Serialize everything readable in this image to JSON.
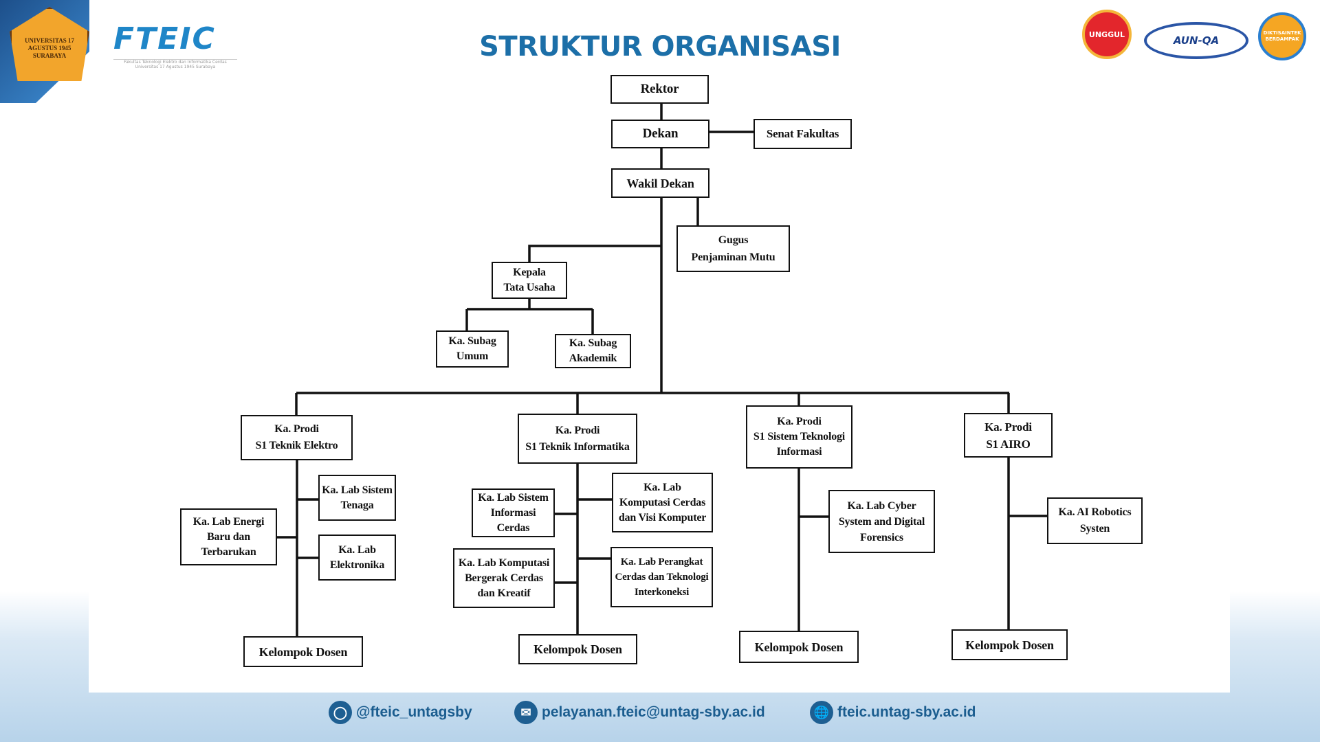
{
  "header": {
    "title": "STRUKTUR ORGANISASI",
    "logo_university": "UNIVERSITAS 17 AGUSTUS 1945 SURABAYA",
    "logo_fteic": "FTEIC",
    "logo_fteic_sub": "Fakultas Teknologi Elektro dan Informatika Cerdas Universitas 17 Agustus 1945 Surabaya",
    "badges": [
      "UNGGUL",
      "AUN-QA",
      "DIKTISAINTEK BERDAMPAK"
    ]
  },
  "org": {
    "rektor": "Rektor",
    "dekan": "Dekan",
    "senat": "Senat Fakultas",
    "wakil": "Wakil Dekan",
    "gugus": "Gugus\nPenjaminan Mutu",
    "ktu": "Kepala\nTata Usaha",
    "subag_umum": "Ka. Subag\nUmum",
    "subag_akademik": "Ka. Subag\nAkademik",
    "te": {
      "prodi": "Ka. Prodi\nS1 Teknik Elektro",
      "lab1": "Ka. Lab Sistem\nTenaga",
      "lab2": "Ka. Lab Energi\nBaru dan\nTerbarukan",
      "lab3": "Ka. Lab\nElektronika",
      "dosen": "Kelompok Dosen"
    },
    "ti": {
      "prodi": "Ka. Prodi\nS1 Teknik Informatika",
      "lab1": "Ka. Lab Sistem\nInformasi\nCerdas",
      "lab2": "Ka. Lab\nKomputasi Cerdas\ndan Visi Komputer",
      "lab3": "Ka. Lab Komputasi\nBergerak Cerdas\ndan Kreatif",
      "lab4": "Ka. Lab Perangkat\nCerdas dan Teknologi\nInterkoneksi",
      "dosen": "Kelompok Dosen"
    },
    "sti": {
      "prodi": "Ka. Prodi\nS1 Sistem Teknologi\nInformasi",
      "lab1": "Ka. Lab Cyber\nSystem and Digital\nForensics",
      "dosen": "Kelompok Dosen"
    },
    "airo": {
      "prodi": "Ka. Prodi\nS1 AIRO",
      "lab1": "Ka. AI Robotics\nSysten",
      "dosen": "Kelompok Dosen"
    }
  },
  "footer": {
    "instagram": "@fteic_untagsby",
    "email": "pelayanan.fteic@untag-sby.ac.id",
    "website": "fteic.untag-sby.ac.id"
  }
}
